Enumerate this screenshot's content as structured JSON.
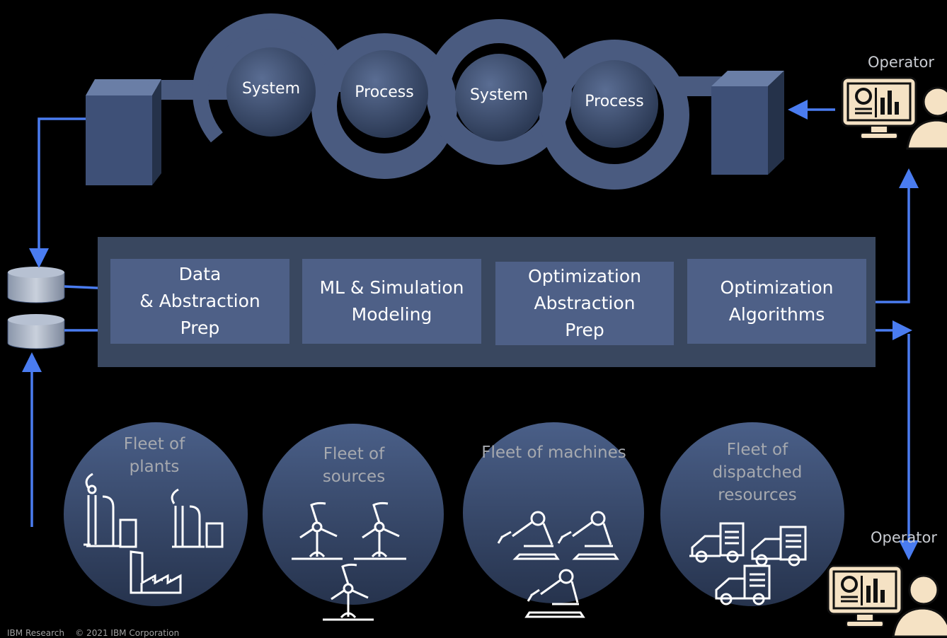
{
  "process_chain": {
    "nodes": [
      {
        "label": "System"
      },
      {
        "label": "Process"
      },
      {
        "label": "System"
      },
      {
        "label": "Process"
      }
    ]
  },
  "pipeline": {
    "stages": [
      {
        "label": "Data\n& Abstraction\nPrep"
      },
      {
        "label": "ML & Simulation\nModeling"
      },
      {
        "label": "Optimization\nAbstraction\nPrep"
      },
      {
        "label": "Optimization\nAlgorithms"
      }
    ]
  },
  "operators": {
    "top_label": "Operator",
    "bottom_label": "Operator"
  },
  "fleets": [
    {
      "label": "Fleet of\nplants",
      "icon": "factory-icon"
    },
    {
      "label": "Fleet of\nsources",
      "icon": "wind-turbine-icon"
    },
    {
      "label": "Fleet of machines",
      "icon": "robot-arm-icon"
    },
    {
      "label": "Fleet of\ndispatched\nresources",
      "icon": "delivery-truck-icon"
    }
  ],
  "footer": {
    "text": "IBM Research    © 2021 IBM Corporation"
  },
  "colors": {
    "background": "#000000",
    "arrow": "#4a7cf0",
    "panel": "#39475f",
    "stage": "#4e6087",
    "fleet_circle": "#3b4d70"
  }
}
